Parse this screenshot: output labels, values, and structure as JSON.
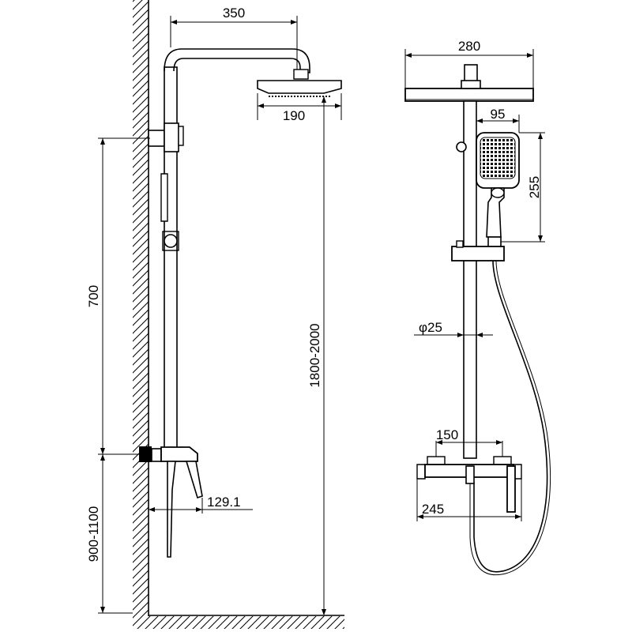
{
  "side_view": {
    "head_reach": "350",
    "head_width": "190",
    "rail_length": "700",
    "outlet_height": "900-1100",
    "total_height": "1800-2000",
    "mixer_projection": "129.1"
  },
  "front_view": {
    "head_length": "280",
    "hand_shower_width": "95",
    "hand_shower_length": "255",
    "pipe_diameter": "φ25",
    "mixer_centers": "150",
    "mixer_width": "245"
  }
}
